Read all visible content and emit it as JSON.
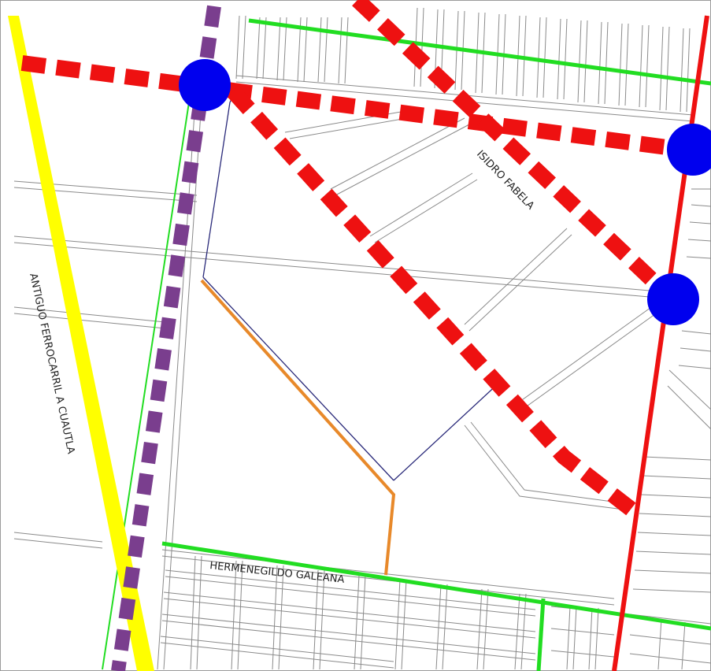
{
  "map": {
    "colors": {
      "background": "#ffffff",
      "street_outline": "#8a8a8a",
      "dashed_red": "#ee1111",
      "dashed_purple": "#7a3e8e",
      "yellow_road": "#ffff00",
      "green_road": "#22dd22",
      "red_road": "#ee1111",
      "orange_path": "#e8892a",
      "navy_boundary": "#2a2a7a",
      "node": "#0000ee"
    },
    "labels": {
      "isidro": "ISIDRO FABELA",
      "antiguo": "ANTIGUO FERROCARRIL A CUAUTLA",
      "hermenegildo": "HERMENEGILDO GALEANA"
    }
  }
}
